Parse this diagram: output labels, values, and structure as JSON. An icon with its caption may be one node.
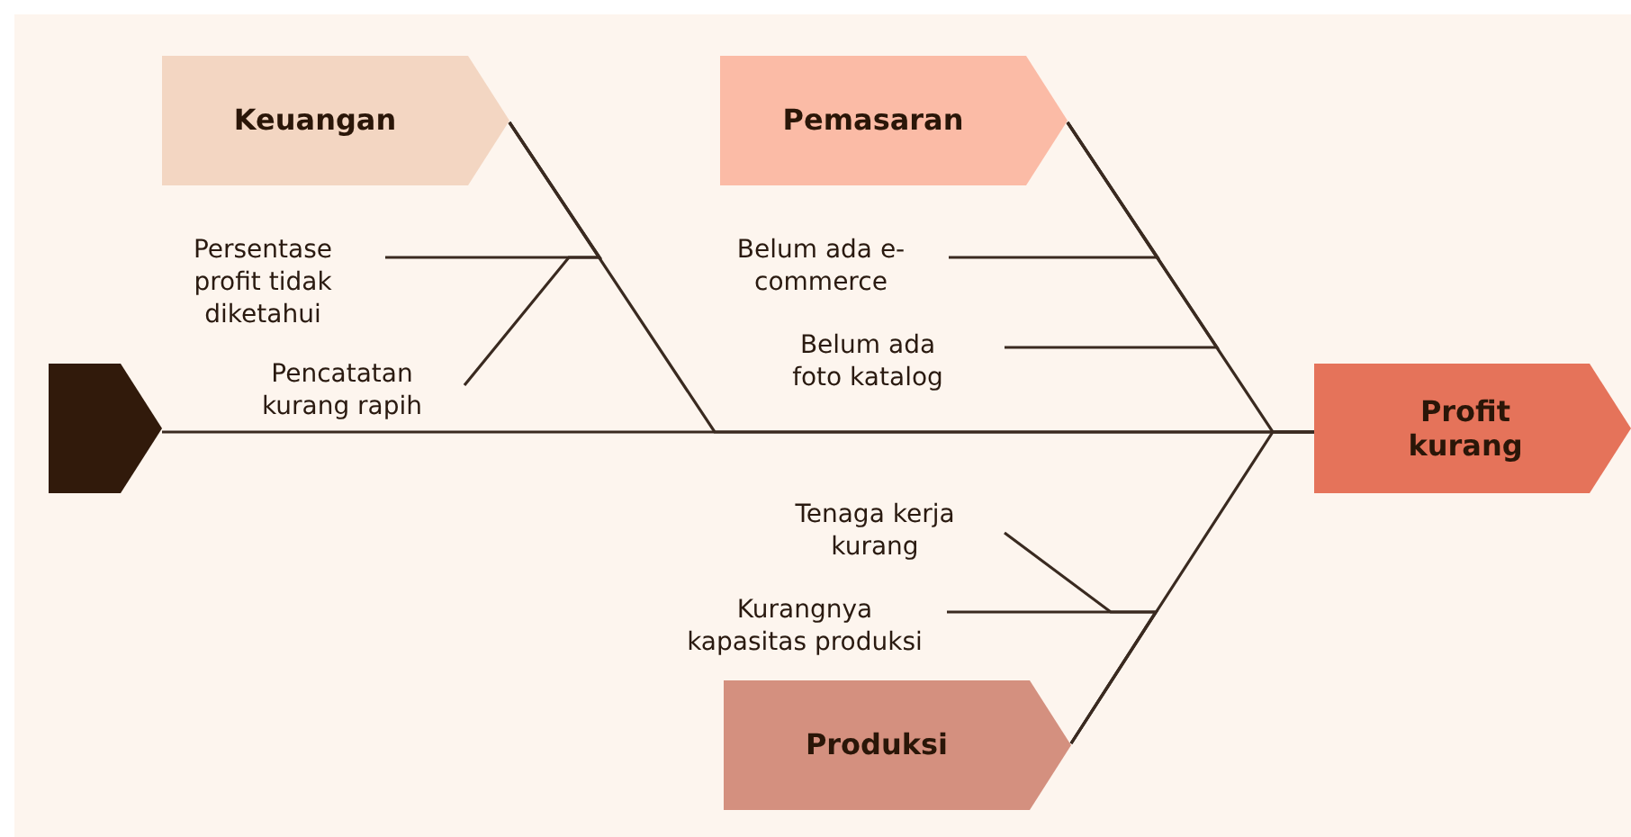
{
  "diagram": {
    "nodes": [
      {
        "text": [],
        "shape": "pentagon"
      },
      {
        "text": [
          "Keuangan"
        ]
      },
      {
        "text": [
          "Pemasaran"
        ]
      },
      {
        "text": [
          "Profit kurang"
        ]
      },
      {
        "text": [
          "Produksi"
        ]
      },
      {
        "text": [
          "Persentase profit tidak diketahui"
        ]
      },
      {
        "text": [
          "Pencatatan kurang rapih"
        ]
      },
      {
        "text": [
          "Belum ada e-commerce"
        ]
      },
      {
        "text": [
          "Belum ada foto katalog"
        ]
      },
      {
        "text": [
          "Tenaga kerja kurang"
        ]
      },
      {
        "text": [
          "Kurangnya kapasitas produksi"
        ]
      }
    ],
    "edges": [
      {
        "from": 0,
        "to": 3,
        "arrow": "none"
      },
      {
        "from": 1,
        "to": 3,
        "arrow": "none"
      },
      {
        "from": 2,
        "to": 3,
        "arrow": "none"
      },
      {
        "from": 4,
        "to": 3,
        "arrow": "none"
      },
      {
        "from": 5,
        "to": 1,
        "arrow": "none"
      },
      {
        "from": 6,
        "to": 1,
        "arrow": "none"
      },
      {
        "from": 7,
        "to": 2,
        "arrow": "none"
      },
      {
        "from": 8,
        "to": 2,
        "arrow": "none"
      },
      {
        "from": 9,
        "to": 4,
        "arrow": "none"
      },
      {
        "from": 10,
        "to": 4,
        "arrow": "none"
      }
    ]
  }
}
